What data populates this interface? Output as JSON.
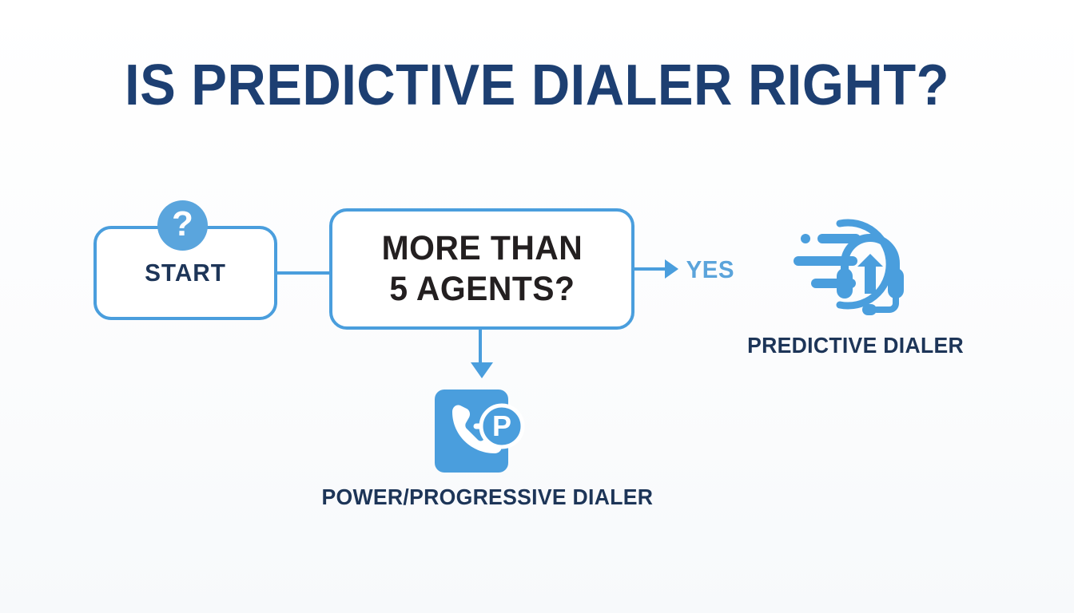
{
  "page": {
    "title": "IS PREDICTIVE DIALER RIGHT?",
    "background_color": "#fdfdfe"
  },
  "colors": {
    "accent_blue": "#4a9edd",
    "navy": "#1d3f72",
    "text_dark": "#231f20",
    "label_navy": "#1d3558"
  },
  "flowchart": {
    "nodes": {
      "start": {
        "label": "START",
        "badge_icon": "question-mark-icon",
        "badge_glyph": "?"
      },
      "decision": {
        "line1": "MORE THAN",
        "line2": "5 AGENTS?"
      }
    },
    "edges": {
      "yes_label": "YES"
    },
    "outcomes": {
      "predictive": {
        "label": "PREDICTIVE DIALER",
        "icon": "headset-speed-circle-icon"
      },
      "power": {
        "label": "POWER/PROGRESSIVE DIALER",
        "icon": "phone-forward-p-badge-icon",
        "badge_glyph": "P"
      }
    }
  }
}
